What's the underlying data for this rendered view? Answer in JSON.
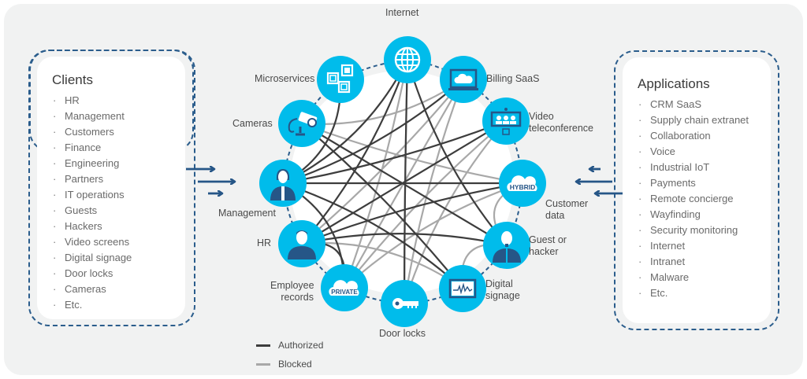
{
  "clients": {
    "title": "Clients",
    "items": [
      "HR",
      "Management",
      "Customers",
      "Finance",
      "Engineering",
      "Partners",
      "IT operations",
      "Guests",
      "Hackers",
      "Video screens",
      "Digital signage",
      "Door locks",
      "Cameras",
      "Etc."
    ]
  },
  "applications": {
    "title": "Applications",
    "items": [
      "CRM SaaS",
      "Supply chain extranet",
      "Collaboration",
      "Voice",
      "Industrial IoT",
      "Payments",
      "Remote concierge",
      "Wayfinding",
      "Security monitoring",
      "Internet",
      "Intranet",
      "Malware",
      "Etc."
    ]
  },
  "nodes": [
    {
      "id": "internet",
      "label": "Internet",
      "icon": "globe-icon"
    },
    {
      "id": "billing",
      "label": "Billing SaaS",
      "icon": "laptop-cloud-icon"
    },
    {
      "id": "video",
      "label": "Video teleconference",
      "icon": "video-conference-icon"
    },
    {
      "id": "customer",
      "label": "Customer data",
      "icon": "hybrid-cloud-icon",
      "badge": "HYBRID"
    },
    {
      "id": "guest",
      "label": "Guest or hacker",
      "icon": "hacker-person-icon"
    },
    {
      "id": "signage",
      "label": "Digital signage",
      "icon": "monitor-waveform-icon"
    },
    {
      "id": "door",
      "label": "Door locks",
      "icon": "key-icon"
    },
    {
      "id": "employee",
      "label": "Employee records",
      "icon": "private-cloud-icon",
      "badge": "PRIVATE"
    },
    {
      "id": "hr",
      "label": "HR",
      "icon": "male-person-icon"
    },
    {
      "id": "management",
      "label": "Management",
      "icon": "female-person-icon"
    },
    {
      "id": "cameras",
      "label": "Cameras",
      "icon": "security-camera-icon"
    },
    {
      "id": "micro",
      "label": "Microservices",
      "icon": "microservices-cubes-icon"
    }
  ],
  "connections": {
    "authorized": [
      [
        "management",
        "internet"
      ],
      [
        "management",
        "billing"
      ],
      [
        "management",
        "video"
      ],
      [
        "management",
        "customer"
      ],
      [
        "management",
        "micro"
      ],
      [
        "management",
        "employee"
      ],
      [
        "management",
        "signage"
      ],
      [
        "hr",
        "internet"
      ],
      [
        "hr",
        "video"
      ],
      [
        "hr",
        "customer"
      ],
      [
        "hr",
        "employee"
      ],
      [
        "hr",
        "guest"
      ],
      [
        "cameras",
        "signage"
      ],
      [
        "cameras",
        "guest"
      ],
      [
        "internet",
        "guest"
      ],
      [
        "internet",
        "door"
      ]
    ],
    "blocked": [
      [
        "cameras",
        "billing"
      ],
      [
        "cameras",
        "customer"
      ],
      [
        "hr",
        "billing"
      ],
      [
        "hr",
        "signage"
      ],
      [
        "employee",
        "billing"
      ],
      [
        "employee",
        "video"
      ],
      [
        "employee",
        "customer"
      ],
      [
        "door",
        "billing"
      ],
      [
        "door",
        "video"
      ],
      [
        "door",
        "internet"
      ],
      [
        "internet",
        "employee"
      ],
      [
        "guest",
        "customer"
      ],
      [
        "guest",
        "signage"
      ]
    ]
  },
  "legend": {
    "items": [
      {
        "label": "Authorized",
        "color": "#3d3d3d"
      },
      {
        "label": "Blocked",
        "color": "#a8a8a8"
      }
    ]
  },
  "colors": {
    "node": "#00bceb",
    "accent_dark": "#265687",
    "dashed": "#2b5d8c"
  }
}
